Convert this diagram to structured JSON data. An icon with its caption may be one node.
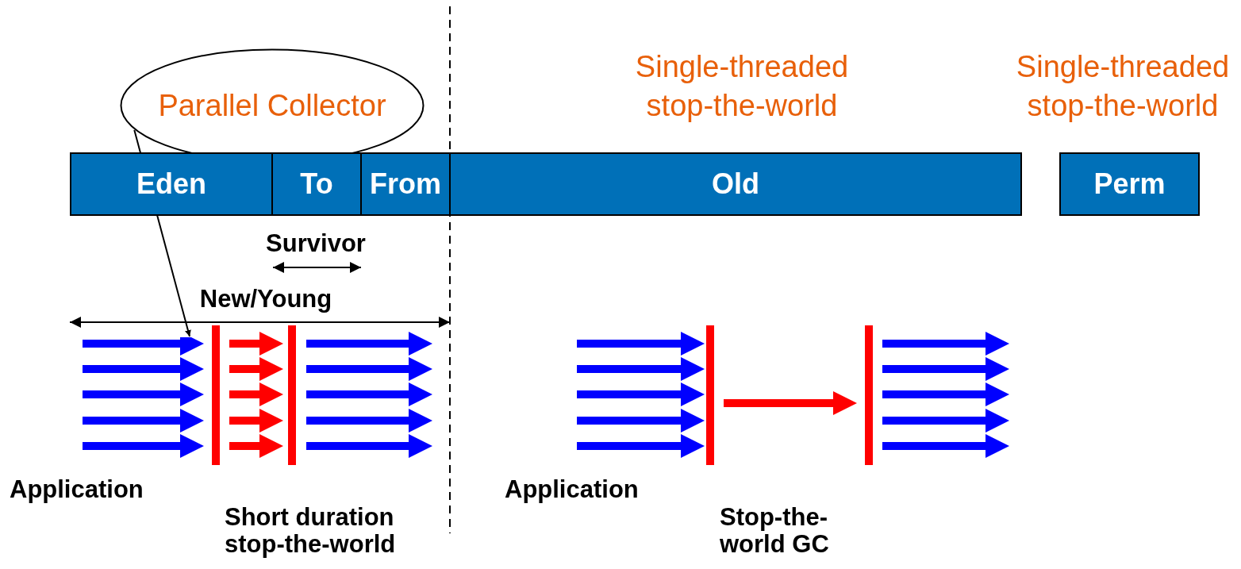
{
  "diagram": {
    "nodes": [
      {
        "text": [
          "Parallel Collector"
        ]
      },
      {
        "text": [
          "Eden"
        ]
      },
      {
        "text": [
          "To"
        ]
      },
      {
        "text": [
          "From"
        ]
      },
      {
        "text": [
          "Old"
        ]
      },
      {
        "text": [
          "Perm"
        ]
      },
      {
        "text": [],
        "shape": "arrow"
      }
    ],
    "edges": [
      {
        "from": 0,
        "to": 6,
        "arrow": "to"
      }
    ],
    "labels": [
      "Single-threaded stop-the-world",
      "Single-threaded stop-the-world",
      "Survivor",
      "New/Young",
      "Application",
      "Short duration stop-the-world",
      "Application",
      "Stop-the-world GC"
    ]
  }
}
